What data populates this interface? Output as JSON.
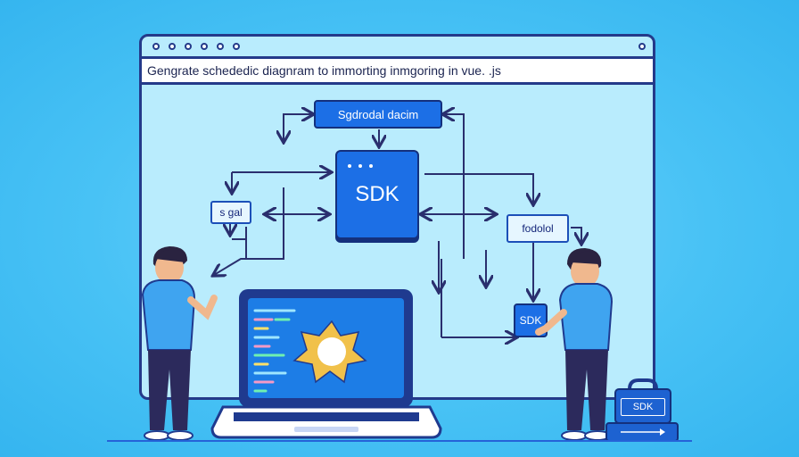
{
  "browser": {
    "address_text": "Gengrate schededic diagnram to immorting inmgoring in vue. .js"
  },
  "diagram": {
    "top_node": "Sgdrodal dacim",
    "center_node": "SDK",
    "left_node": "s gal",
    "right_node": "fodolol",
    "small_sdk_node": "SDK",
    "bag_label": "SDK"
  },
  "colors": {
    "background": "#48c2f5",
    "window": "#b9ecfd",
    "outline": "#243a8a",
    "node_blue": "#1c6fe6",
    "shirt": "#3fa4f0"
  }
}
